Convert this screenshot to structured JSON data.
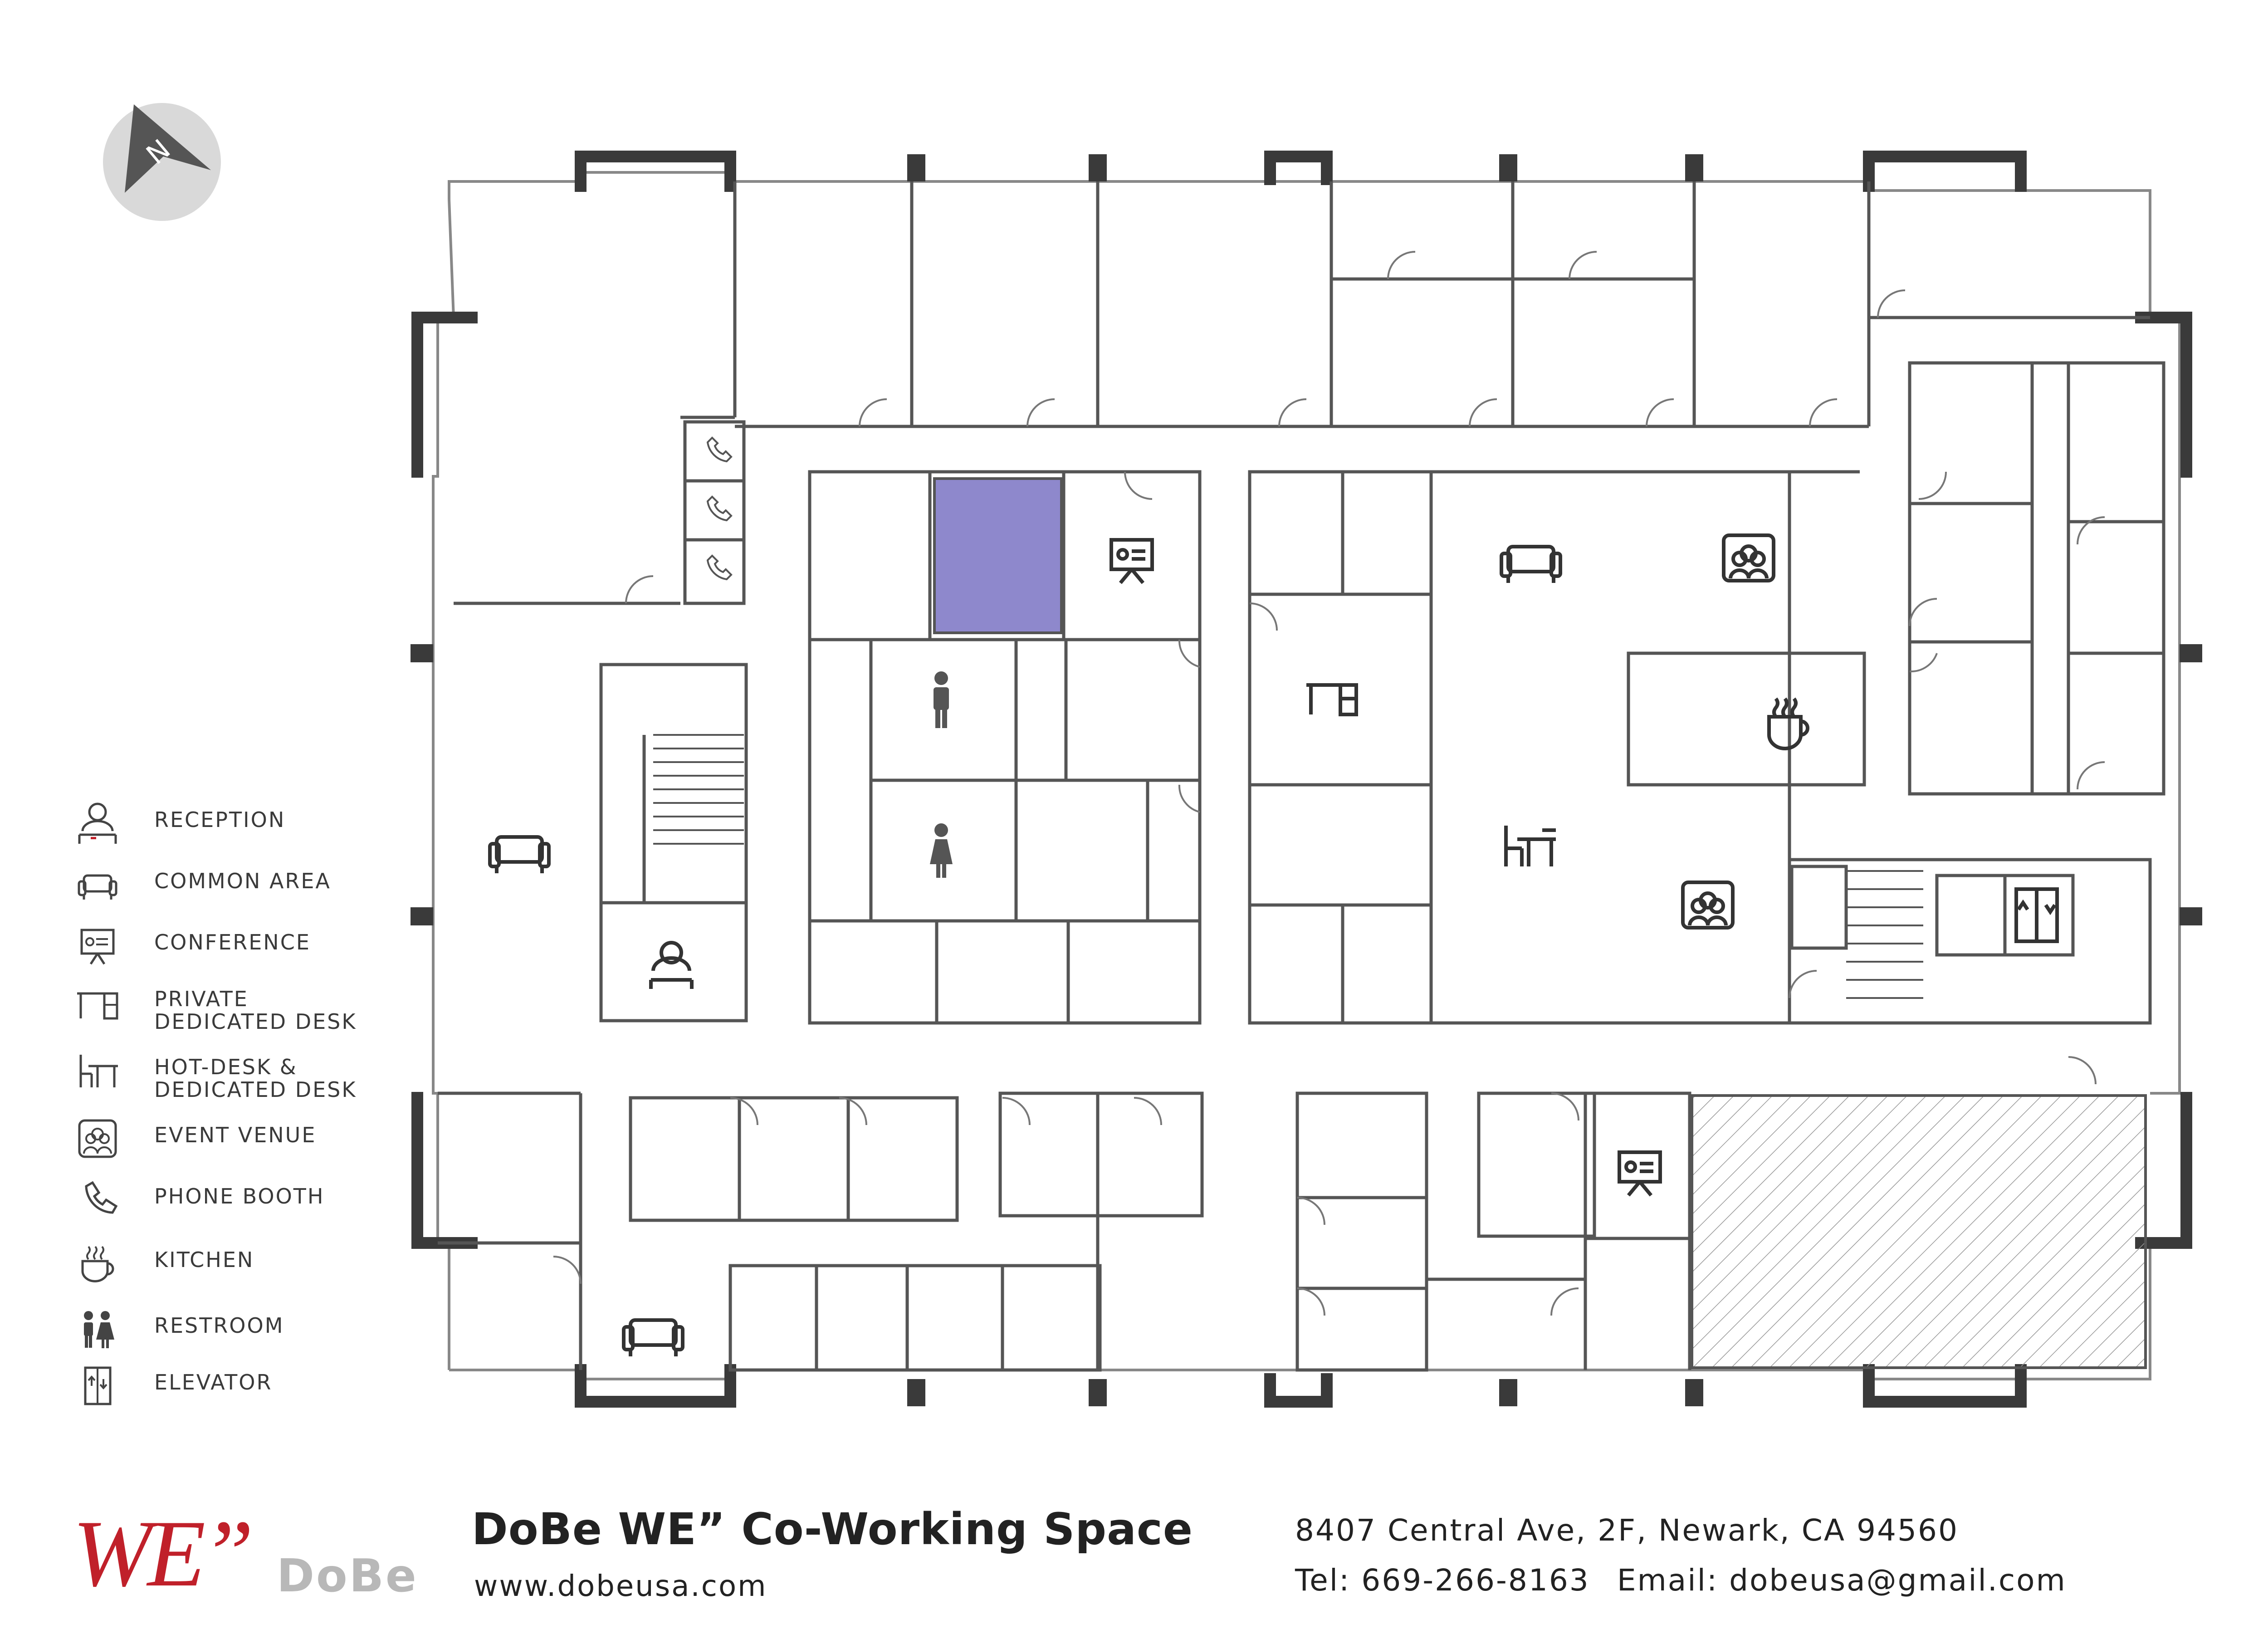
{
  "legend": {
    "items": [
      {
        "icon": "reception-icon",
        "label_1": "RECEPTION",
        "label_2": ""
      },
      {
        "icon": "sofa-icon",
        "label_1": "COMMON AREA",
        "label_2": ""
      },
      {
        "icon": "projector-screen-icon",
        "label_1": "CONFERENCE",
        "label_2": ""
      },
      {
        "icon": "desk-icon",
        "label_1": "PRIVATE",
        "label_2": "DEDICATED DESK"
      },
      {
        "icon": "hot-desk-icon",
        "label_1": "HOT-DESK &",
        "label_2": "DEDICATED DESK"
      },
      {
        "icon": "group-icon",
        "label_1": "EVENT VENUE",
        "label_2": ""
      },
      {
        "icon": "phone-icon",
        "label_1": "PHONE BOOTH",
        "label_2": ""
      },
      {
        "icon": "coffee-cup-icon",
        "label_1": "KITCHEN",
        "label_2": ""
      },
      {
        "icon": "restroom-icon",
        "label_1": "RESTROOM",
        "label_2": ""
      },
      {
        "icon": "elevator-icon",
        "label_1": "ELEVATOR",
        "label_2": ""
      }
    ]
  },
  "footer": {
    "title": "DoBe WE” Co-Working Space",
    "url": "www.dobeusa.com",
    "address": "8407 Central Ave, 2F, Newark, CA 94560",
    "tel": "Tel: 669-266-8163",
    "email": "Email: dobeusa@gmail.com"
  },
  "logo": {
    "mark": "WE”",
    "brand": "DoBe"
  },
  "compass": {
    "icon": "north-arrow-icon",
    "letter": "N"
  },
  "colors": {
    "wall": "#3a3a3a",
    "highlight_room": "#8e88cc",
    "hatched_area": "#9a9a9a",
    "accent_red": "#c0202a",
    "compass_bg": "#d9d9d9",
    "compass_arrow": "#555555"
  }
}
